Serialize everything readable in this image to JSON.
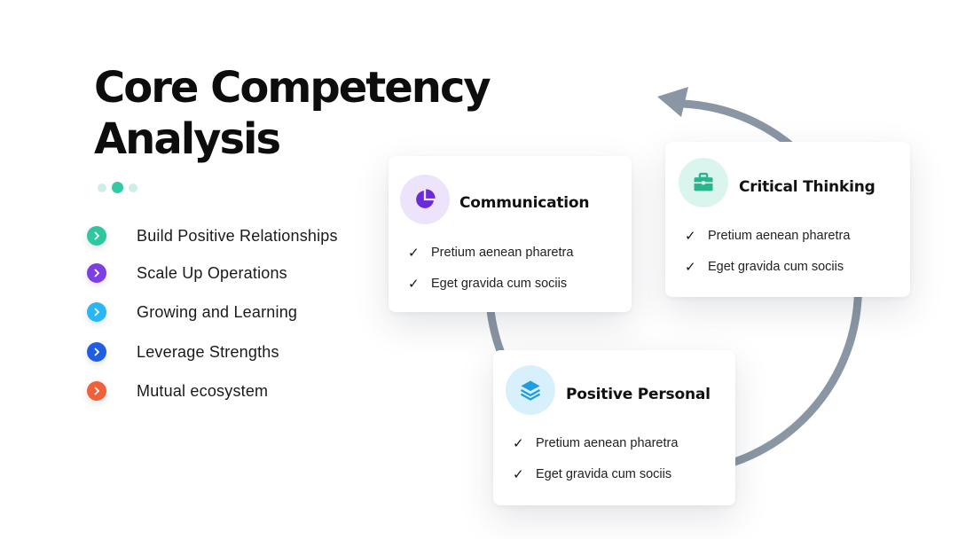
{
  "title_line1": "Core Competency",
  "title_line2": "Analysis",
  "bullets": [
    {
      "label": "Build Positive Relationships",
      "color": "#2ec79f"
    },
    {
      "label": "Scale Up Operations",
      "color": "#7b3fe4"
    },
    {
      "label": "Growing and Learning",
      "color": "#29b6f6"
    },
    {
      "label": "Leverage Strengths",
      "color": "#1f5ee0"
    },
    {
      "label": "Mutual ecosystem",
      "color": "#f0613a"
    }
  ],
  "cards": {
    "communication": {
      "title": "Communication",
      "icon": "pie-chart-icon",
      "icon_bg": "#ede3fb",
      "icon_color": "#6a2bd9",
      "items": [
        "Pretium aenean pharetra",
        "Eget gravida cum sociis"
      ]
    },
    "critical": {
      "title": "Critical Thinking",
      "icon": "briefcase-icon",
      "icon_bg": "#d9f5ee",
      "icon_color": "#2ab58f",
      "items": [
        "Pretium aenean pharetra",
        "Eget gravida cum sociis"
      ]
    },
    "positive": {
      "title": "Positive Personal",
      "icon": "layers-icon",
      "icon_bg": "#d8f0fb",
      "icon_color": "#1e9ee0",
      "items": [
        "Pretium aenean pharetra",
        "Eget gravida cum sociis"
      ]
    }
  },
  "cycle_color": "#8a96a3",
  "dot_active_color": "#34c9a5",
  "check_glyph": "✓"
}
